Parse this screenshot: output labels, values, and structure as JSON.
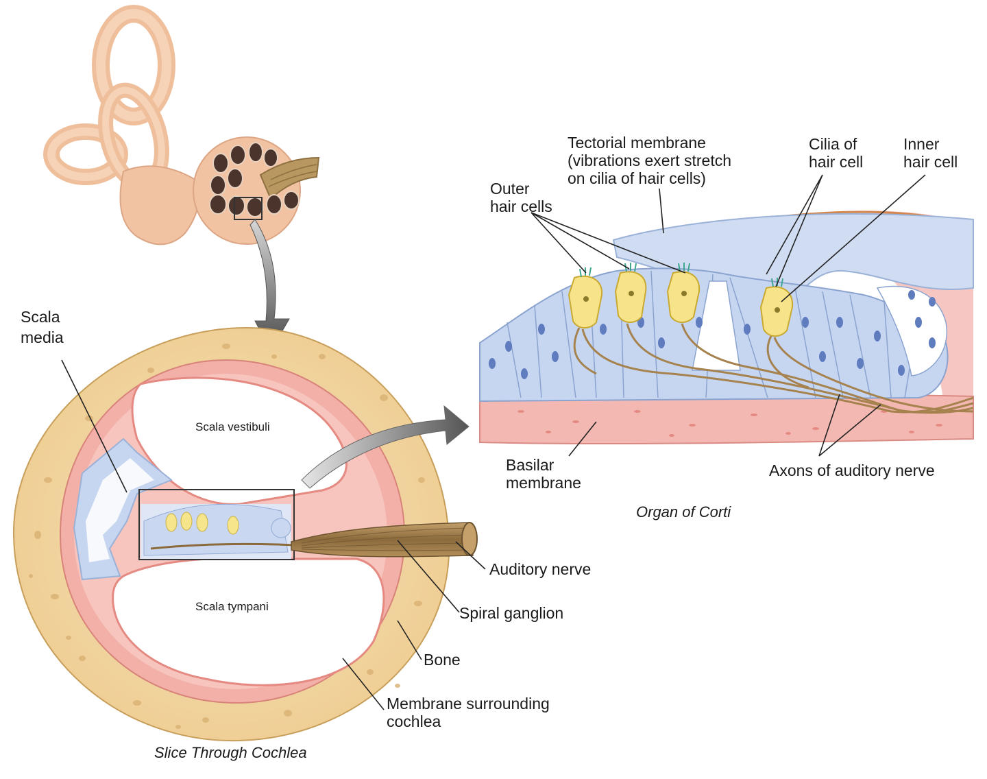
{
  "labels": {
    "scala_media_1": "Scala",
    "scala_media_2": "media",
    "scala_vestibuli": "Scala vestibuli",
    "scala_tympani": "Scala tympani",
    "tectorial_1": "Tectorial membrane",
    "tectorial_2": "(vibrations exert stretch",
    "tectorial_3": "on cilia of hair cells)",
    "cilia_1": "Cilia of",
    "cilia_2": "hair cell",
    "inner_1": "Inner",
    "inner_2": "hair cell",
    "outer_1": "Outer",
    "outer_2": "hair cells",
    "basilar_1": "Basilar",
    "basilar_2": "membrane",
    "axons": "Axons of auditory nerve",
    "auditory_nerve": "Auditory nerve",
    "spiral_ganglion": "Spiral ganglion",
    "bone": "Bone",
    "membrane_1": "Membrane surrounding",
    "membrane_2": "cochlea"
  },
  "captions": {
    "organ": "Organ of Corti",
    "slice": "Slice Through Cochlea"
  },
  "colors": {
    "bone": "#f4d9a8",
    "membrane": "#f2a9a3",
    "cell_blue": "#c9d8f0",
    "hair_cell": "#f6e58a",
    "nerve": "#a5824e",
    "skin": "#f2c3a3"
  }
}
